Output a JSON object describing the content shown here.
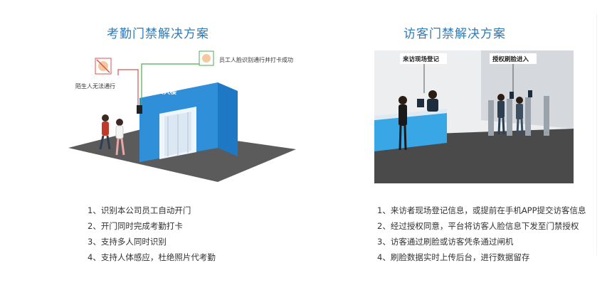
{
  "attendance": {
    "title": "考勤门禁解决方案",
    "labels": {
      "stranger": "陌生人无法通行",
      "employee": "员工人脸识别通行并打卡成功",
      "building": "办公大楼"
    },
    "features": [
      "1、识别本公司员工自动开门",
      "2、开门同时完成考勤打卡",
      "3、支持多人同时识别",
      "4、支持人体感应，杜绝照片代考勤"
    ]
  },
  "visitor": {
    "title": "访客门禁解决方案",
    "labels": {
      "register": "来访现场登记",
      "authorize": "授权刷脸进入"
    },
    "features": [
      "1、来访者现场登记信息，或提前在手机APP提交访客信息",
      "2、经过授权同意，平台将访客人脸信息下发至门禁授权",
      "3、访客通过刷脸或访客凭条通过闸机",
      "4、刷脸数据实时上传后台，进行数据留存"
    ]
  },
  "colors": {
    "title": "#2b7bbd",
    "gate": "#2f8fd8",
    "floor": "#5b5b5b",
    "desk": "#39a7e6"
  }
}
